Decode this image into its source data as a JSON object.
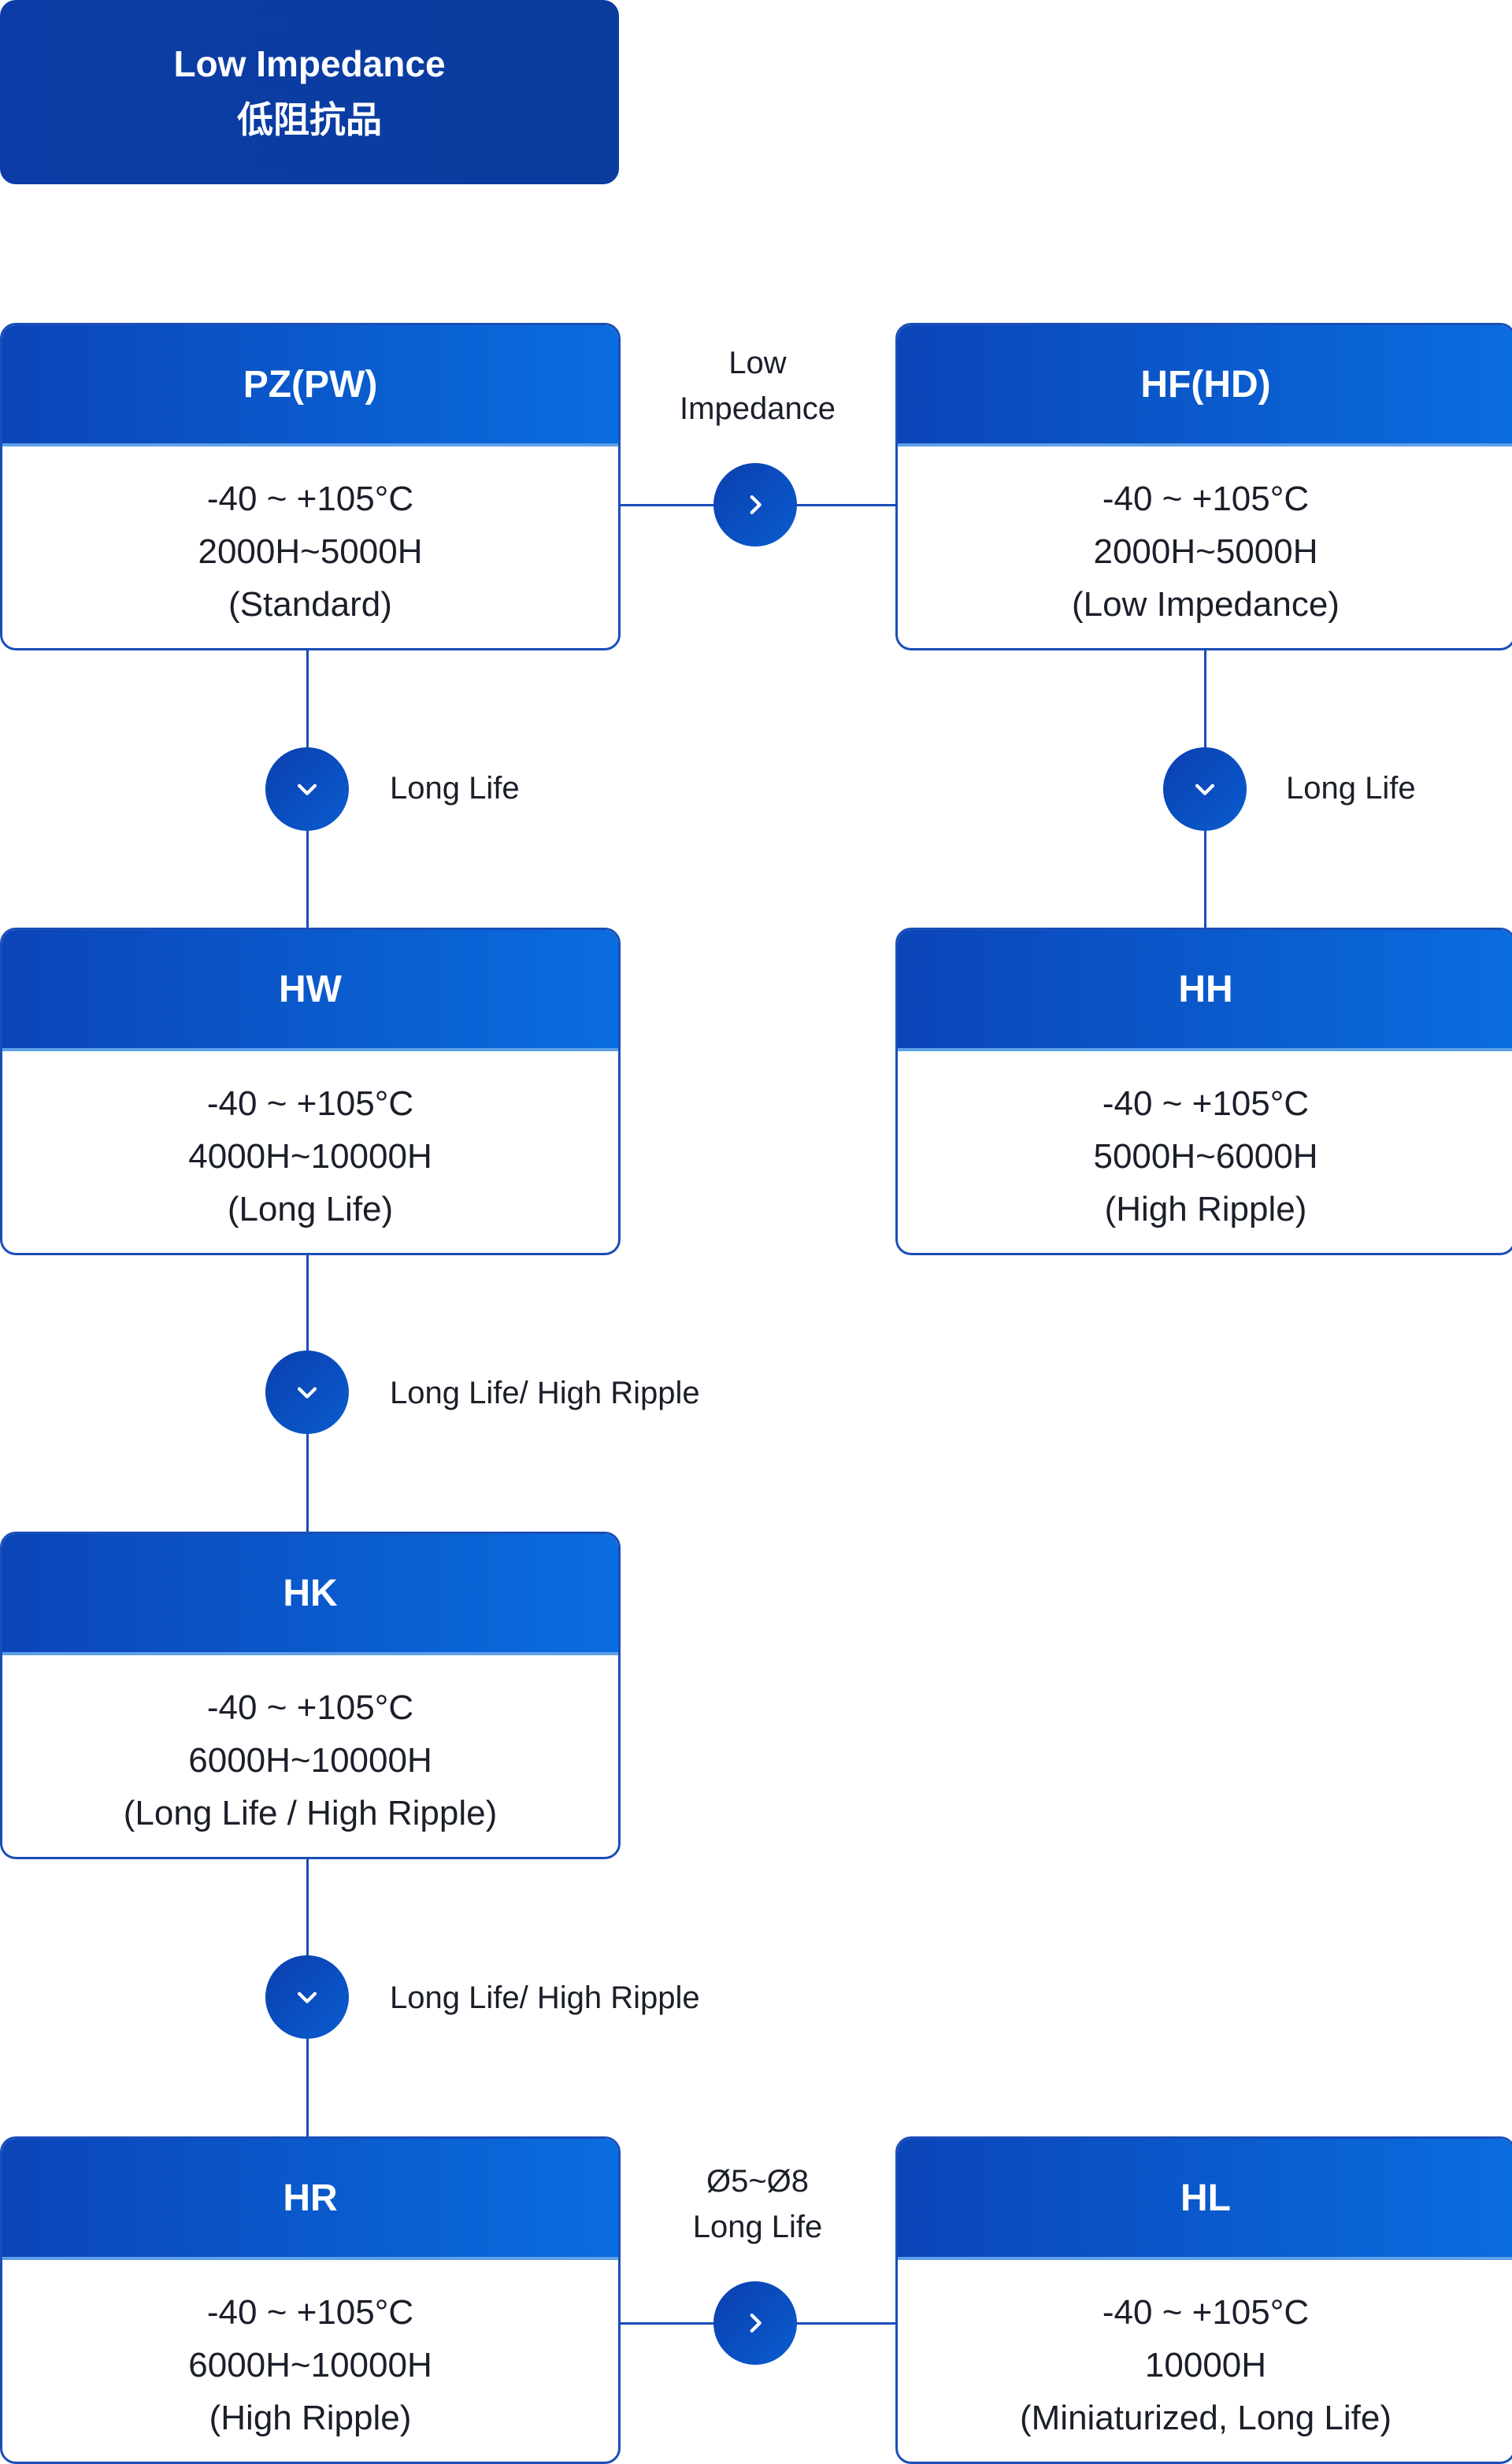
{
  "title": {
    "line1": "Low Impedance",
    "line2": "低阻抗品"
  },
  "cards": {
    "pz": {
      "name": "PZ(PW)",
      "temp": "-40 ~ +105°C",
      "life": "2000H~5000H",
      "note": "(Standard)"
    },
    "hf": {
      "name": "HF(HD)",
      "temp": "-40 ~ +105°C",
      "life": "2000H~5000H",
      "note": "(Low Impedance)"
    },
    "hw": {
      "name": "HW",
      "temp": "-40 ~ +105°C",
      "life": "4000H~10000H",
      "note": "(Long Life)"
    },
    "hh": {
      "name": "HH",
      "temp": "-40 ~ +105°C",
      "life": "5000H~6000H",
      "note": "(High Ripple)"
    },
    "hk": {
      "name": "HK",
      "temp": "-40 ~ +105°C",
      "life": "6000H~10000H",
      "note": "(Long Life / High Ripple)"
    },
    "hr": {
      "name": "HR",
      "temp": "-40 ~ +105°C",
      "life": "6000H~10000H",
      "note": "(High Ripple)"
    },
    "hl": {
      "name": "HL",
      "temp": "-40 ~ +105°C",
      "life": "10000H",
      "note": "(Miniaturized, Long Life)"
    }
  },
  "connectors": {
    "pz_to_hf": {
      "line1": "Low",
      "line2": "Impedance"
    },
    "pz_to_hw": "Long Life",
    "hf_to_hh": "Long Life",
    "hw_to_hk": "Long Life/ High Ripple",
    "hk_to_hr": "Long Life/ High Ripple",
    "hr_to_hl": {
      "line1": "Ø5~Ø8",
      "line2": "Long Life"
    }
  },
  "icons": {
    "right_arrow": "chevron-right-icon",
    "down_arrow": "chevron-down-icon"
  },
  "colors": {
    "primary_dark": "#0b3fae",
    "primary_light": "#0a6ddf",
    "line": "#1a4eb8"
  }
}
